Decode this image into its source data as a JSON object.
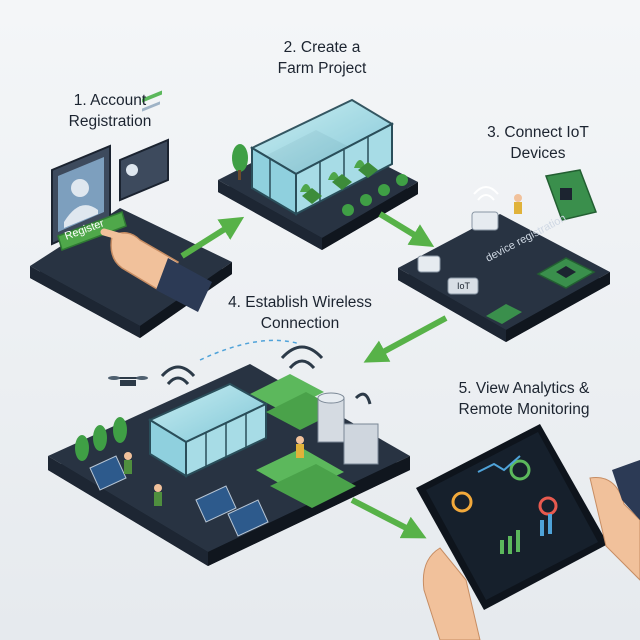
{
  "steps": [
    {
      "id": "account-registration",
      "line1": "1. Account",
      "line2": "Registration"
    },
    {
      "id": "create-farm-project",
      "line1": "2. Create a",
      "line2": "Farm Project"
    },
    {
      "id": "connect-iot-devices",
      "line1": "3. Connect IoT",
      "line2": "Devices"
    },
    {
      "id": "establish-wireless-connection",
      "line1": "4. Establish Wireless",
      "line2": "Connection"
    },
    {
      "id": "view-analytics",
      "line1": "5. View Analytics &",
      "line2": "Remote Monitoring"
    }
  ],
  "register_button": {
    "label": "Register"
  },
  "device_registration": {
    "label": "device registration"
  },
  "iot_tag": {
    "label": "IoT"
  },
  "colors": {
    "background": "#eef1f4",
    "platform_top": "#283342",
    "platform_side": "#151c26",
    "arrow_green": "#57b248",
    "accent_green": "#5cb85c",
    "glass": "#9ed9e6",
    "screen_dark": "#16202c"
  },
  "icons": [
    "user-avatar-icon",
    "pointing-hand-icon",
    "greenhouse-icon",
    "circuit-board-icon",
    "wifi-icon",
    "drone-icon",
    "solar-panel-icon",
    "water-tank-icon",
    "tablet-icon",
    "dashboard-gauge-icon"
  ]
}
